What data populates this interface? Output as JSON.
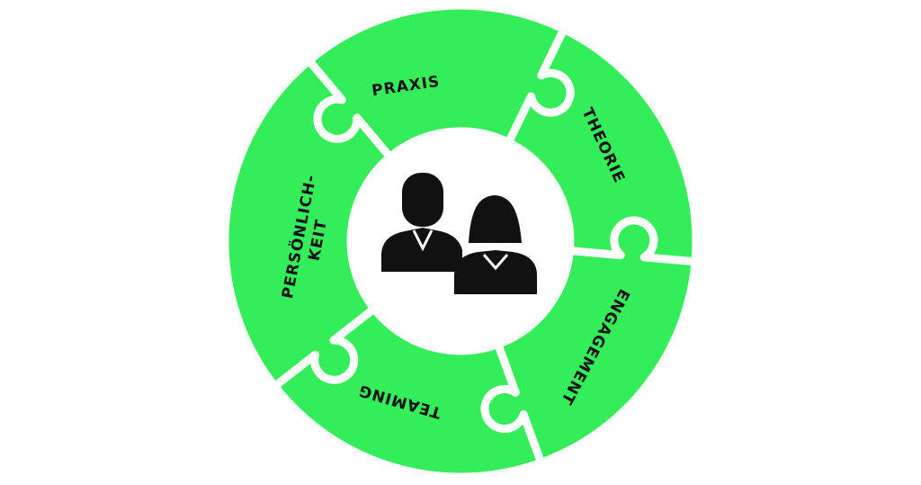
{
  "diagram": {
    "segments": [
      {
        "id": "praxis",
        "label": "PRAXIS"
      },
      {
        "id": "theorie",
        "label": "THEORIE"
      },
      {
        "id": "engagement",
        "label": "ENGAGEMENT"
      },
      {
        "id": "teaming",
        "label": "TEAMING"
      },
      {
        "id": "persoenlichkeit",
        "label_line1": "PERSÖNLICH-",
        "label_line2": "KEIT"
      }
    ],
    "center_icon": "man-and-woman-icon",
    "colors": {
      "segment_fill": "#33ee58",
      "outline": "#ffffff",
      "text": "#111111",
      "icon": "#111111",
      "background": "#ffffff"
    }
  }
}
